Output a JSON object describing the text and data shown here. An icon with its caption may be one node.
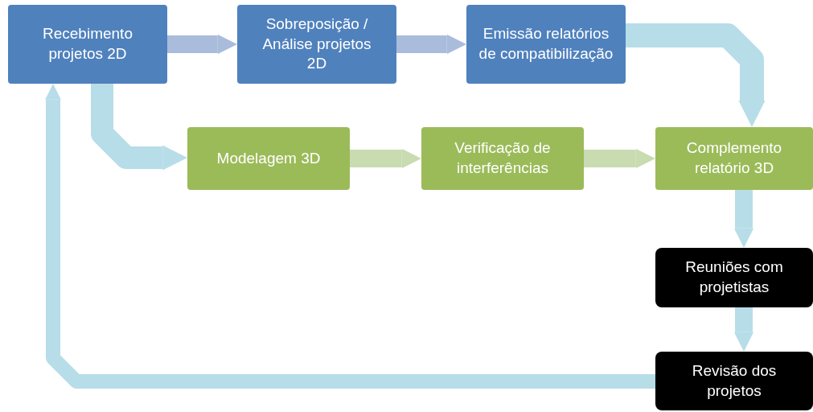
{
  "diagram": {
    "nodes": [
      {
        "text": [
          "Recebimento projetos 2D"
        ]
      },
      {
        "text": [
          "Sobreposição / Análise projetos 2D"
        ]
      },
      {
        "text": [
          "Emissão relatórios de compatibilização"
        ]
      },
      {
        "text": [
          "Modelagem 3D"
        ]
      },
      {
        "text": [
          "Verificação de interferências"
        ]
      },
      {
        "text": [
          "Complemento relatório 3D"
        ]
      },
      {
        "text": [
          "Reuniões com projetistas"
        ]
      },
      {
        "text": [
          "Revisão dos projetos"
        ]
      }
    ],
    "edges": [
      {
        "from": 0,
        "to": 1,
        "arrow": "to",
        "color": "#a9bcdc"
      },
      {
        "from": 1,
        "to": 2,
        "arrow": "to",
        "color": "#a9bcdc"
      },
      {
        "from": 2,
        "to": 5,
        "arrow": "to"
      },
      {
        "from": 0,
        "to": 3,
        "arrow": "to"
      },
      {
        "from": 3,
        "to": 4,
        "arrow": "to",
        "color": "#c9dbb0"
      },
      {
        "from": 4,
        "to": 5,
        "arrow": "to",
        "color": "#c9dbb0"
      },
      {
        "from": 5,
        "to": 6,
        "arrow": "to"
      },
      {
        "from": 6,
        "to": 7,
        "arrow": "to"
      },
      {
        "from": 7,
        "to": 0,
        "arrow": "to"
      }
    ]
  }
}
